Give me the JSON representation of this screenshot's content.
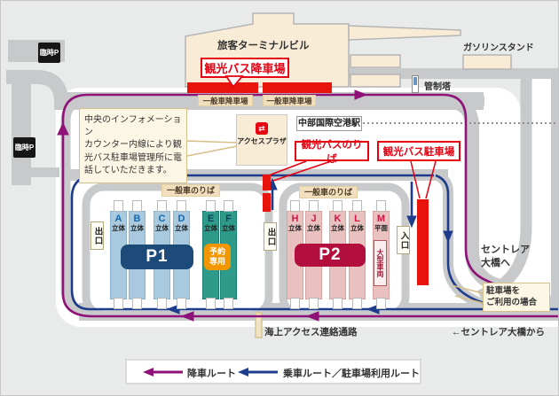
{
  "colors": {
    "accent_red": "#e60012",
    "route_dropoff_purple": "#8e1277",
    "route_boarding_blue": "#1e3c8c",
    "p1_navy": "#1c4b7a",
    "p2_crimson": "#b30f3e",
    "reserved_orange": "#f39700",
    "road_gray": "#c7c9ca"
  },
  "buildings": {
    "terminal": "旅客ターミナルビル",
    "gas_station": "ガソリンスタンド",
    "control_tower": "管制塔",
    "station": "中部国際空港駅",
    "access_plaza": "アクセスプラザ"
  },
  "bus": {
    "dropoff": "観光バス降車場",
    "boarding": "観光バスのりば",
    "parking": "観光バス駐車場"
  },
  "roads": {
    "general_dropoff": "一般車降車場",
    "general_boarding": "一般車のりば",
    "temp_parking": "臨時P",
    "exit": "出口",
    "entrance": "入口",
    "sea_access": "海上アクセス連絡通路",
    "to_bridge": "セントレア\n大橋へ",
    "from_bridge": "←セントレア大橋から",
    "parking_use": "駐車場を\nご利用の場合",
    "info_note": "中央のインフォメーション\nカウンター内線により観\n光バス駐車場管理所に電\n話していただきます。",
    "large_vehicle": "大型車両",
    "reserved": "予約\n専用"
  },
  "p1": {
    "name": "P1",
    "columns": [
      {
        "letter": "A",
        "type": "立体"
      },
      {
        "letter": "B",
        "type": "立体"
      },
      {
        "letter": "C",
        "type": "立体"
      },
      {
        "letter": "D",
        "type": "立体"
      },
      {
        "letter": "E",
        "type": "立体"
      },
      {
        "letter": "F",
        "type": "立体"
      }
    ]
  },
  "p2": {
    "name": "P2",
    "columns": [
      {
        "letter": "H",
        "type": "立体"
      },
      {
        "letter": "J",
        "type": "立体"
      },
      {
        "letter": "K",
        "type": "立体"
      },
      {
        "letter": "L",
        "type": "立体"
      },
      {
        "letter": "M",
        "type": "平面"
      }
    ]
  },
  "legend": {
    "dropoff": "降車ルート",
    "boarding": "乗車ルート／駐車場利用ルート"
  }
}
